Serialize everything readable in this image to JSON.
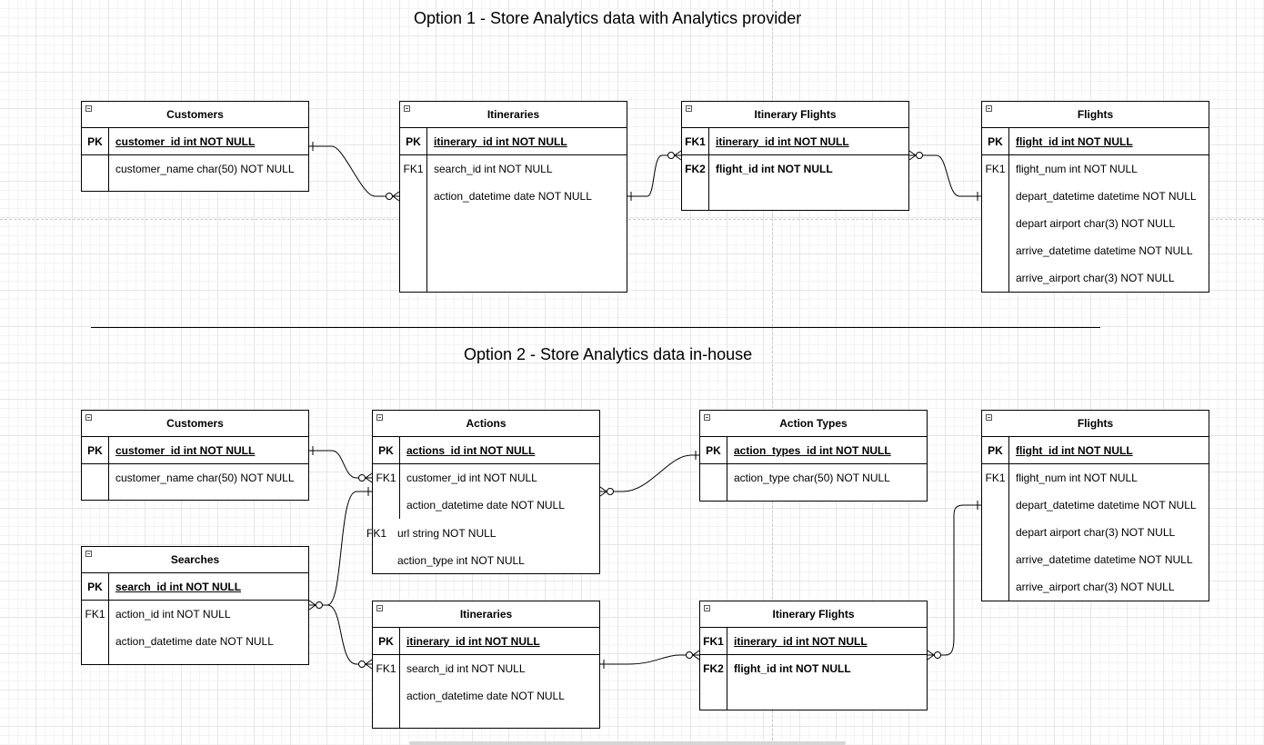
{
  "titles": {
    "option1": "Option 1 - Store Analytics data with Analytics provider",
    "option2": "Option 2 - Store Analytics data in-house"
  },
  "option1": {
    "customers": {
      "name": "Customers",
      "rows": [
        {
          "key": "PK",
          "field": "customer_id int NOT NULL"
        },
        {
          "key": "",
          "field": "customer_name char(50) NOT NULL"
        }
      ]
    },
    "itineraries": {
      "name": "Itineraries",
      "rows": [
        {
          "key": "PK",
          "field": "itinerary_id int NOT NULL"
        },
        {
          "key": "FK1",
          "field": "search_id int NOT NULL"
        },
        {
          "key": "",
          "field": "action_datetime date NOT NULL"
        }
      ]
    },
    "itinerary_flights": {
      "name": "Itinerary Flights",
      "rows": [
        {
          "key": "FK1",
          "field": "itinerary_id int NOT NULL"
        },
        {
          "key": "FK2",
          "field": "flight_id int NOT NULL"
        }
      ]
    },
    "flights": {
      "name": "Flights",
      "rows": [
        {
          "key": "PK",
          "field": "flight_id int NOT NULL"
        },
        {
          "key": "FK1",
          "field": "flight_num int NOT NULL"
        },
        {
          "key": "",
          "field": "depart_datetime datetime NOT NULL"
        },
        {
          "key": "",
          "field": "depart airport char(3) NOT NULL"
        },
        {
          "key": "",
          "field": "arrive_datetime datetime NOT NULL"
        },
        {
          "key": "",
          "field": "arrive_airport char(3) NOT NULL"
        }
      ]
    }
  },
  "option2": {
    "customers": {
      "name": "Customers",
      "rows": [
        {
          "key": "PK",
          "field": "customer_id int NOT NULL"
        },
        {
          "key": "",
          "field": "customer_name char(50) NOT NULL"
        }
      ]
    },
    "actions": {
      "name": "Actions",
      "rows": [
        {
          "key": "PK",
          "field": "actions_id int NOT NULL"
        },
        {
          "key": "FK1",
          "field": "customer_id int NOT NULL"
        },
        {
          "key": "",
          "field": "action_datetime date NOT NULL"
        }
      ],
      "loose_rows": [
        {
          "key": "FK1",
          "field": "url string NOT NULL"
        },
        {
          "key": "",
          "field": "action_type int NOT NULL"
        }
      ]
    },
    "action_types": {
      "name": "Action Types",
      "rows": [
        {
          "key": "PK",
          "field": "action_types_id int NOT NULL"
        },
        {
          "key": "",
          "field": "action_type char(50) NOT NULL"
        }
      ]
    },
    "flights": {
      "name": "Flights",
      "rows": [
        {
          "key": "PK",
          "field": "flight_id int NOT NULL"
        },
        {
          "key": "FK1",
          "field": "flight_num int NOT NULL"
        },
        {
          "key": "",
          "field": "depart_datetime datetime NOT NULL"
        },
        {
          "key": "",
          "field": "depart airport char(3) NOT NULL"
        },
        {
          "key": "",
          "field": "arrive_datetime datetime NOT NULL"
        },
        {
          "key": "",
          "field": "arrive_airport char(3) NOT NULL"
        }
      ]
    },
    "searches": {
      "name": "Searches",
      "rows": [
        {
          "key": "PK",
          "field": "search_id int NOT NULL"
        },
        {
          "key": "FK1",
          "field": "action_id int NOT NULL"
        },
        {
          "key": "",
          "field": "action_datetime date NOT NULL"
        }
      ]
    },
    "itineraries": {
      "name": "Itineraries",
      "rows": [
        {
          "key": "PK",
          "field": "itinerary_id int NOT NULL"
        },
        {
          "key": "FK1",
          "field": "search_id int NOT NULL"
        },
        {
          "key": "",
          "field": "action_datetime date NOT NULL"
        }
      ]
    },
    "itinerary_flights": {
      "name": "Itinerary Flights",
      "rows": [
        {
          "key": "FK1",
          "field": "itinerary_id int NOT NULL"
        },
        {
          "key": "FK2",
          "field": "flight_id int NOT NULL"
        }
      ]
    }
  }
}
